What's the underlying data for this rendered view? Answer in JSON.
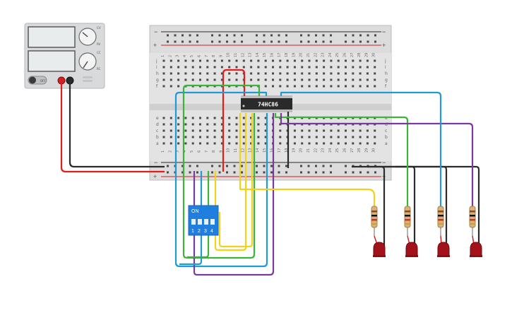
{
  "power_supply": {
    "off_label": "OFF",
    "knob1_labels": [
      "CV",
      "RV"
    ],
    "knob2_labels": [
      "CC",
      "RC"
    ]
  },
  "chip": {
    "label": "74HC86"
  },
  "dip_switch": {
    "on_label": "ON",
    "switch_labels": [
      "1",
      "2",
      "3",
      "4"
    ]
  },
  "breadboard": {
    "row_letters_top": [
      "j",
      "i",
      "h",
      "g",
      "f"
    ],
    "row_letters_bottom": [
      "e",
      "d",
      "c",
      "b",
      "a"
    ],
    "column_numbers": [
      "1",
      "2",
      "3",
      "4",
      "5",
      "6",
      "7",
      "8",
      "9",
      "10",
      "11",
      "12",
      "13",
      "14",
      "15",
      "16",
      "17",
      "18",
      "19",
      "20",
      "21",
      "22",
      "23",
      "24",
      "25",
      "26",
      "27",
      "28",
      "29",
      "30"
    ],
    "rail_minus": "−",
    "rail_plus": "+"
  },
  "colors": {
    "red_wire": "#e01e1e",
    "black_wire": "#2b2b2b",
    "green_wire": "#3cb43c",
    "blue_wire": "#1f9ad6",
    "yellow_wire": "#f2d21b",
    "purple_wire": "#7a3a9a",
    "led": "#a3121a",
    "switch_body": "#1e7fe0",
    "chip_body": "#2a2a2a"
  },
  "icons": [
    "power-switch-icon",
    "knob-icon",
    "led-icon",
    "resistor-icon"
  ]
}
